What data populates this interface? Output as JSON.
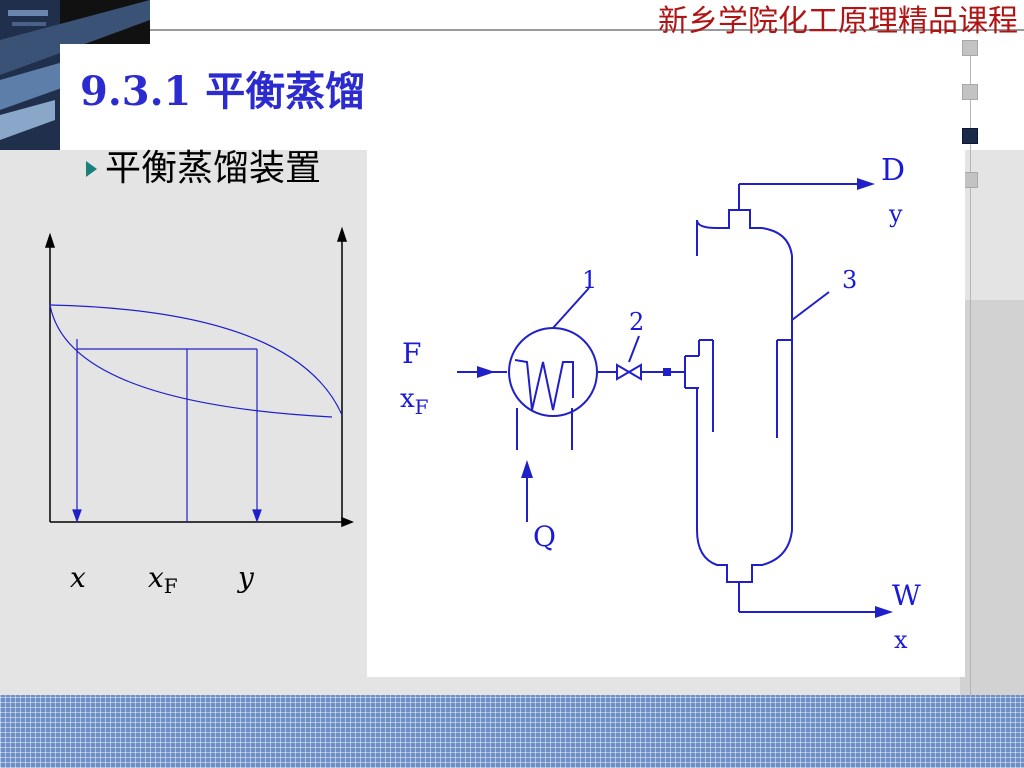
{
  "header": {
    "course_title": "新乡学院化工原理精品课程"
  },
  "slide": {
    "title": "9.3.1  平衡蒸馏"
  },
  "bullet": {
    "text": "平衡蒸馏装置"
  },
  "nav": {
    "squares": 4,
    "active_index": 2
  },
  "phase_diagram": {
    "x_label": "x",
    "xF_label_main": "x",
    "xF_label_sub": "F",
    "y_label": "y"
  },
  "apparatus": {
    "feed_label": "F",
    "feed_comp_main": "x",
    "feed_comp_sub": "F",
    "heat_label": "Q",
    "distillate_label": "D",
    "distillate_comp": "y",
    "bottoms_label": "W",
    "bottoms_comp": "x",
    "callouts": [
      "1",
      "2",
      "3"
    ]
  },
  "colors": {
    "course_title": "#b01414",
    "slide_title": "#2b2bd0",
    "diagram_line": "#2020c8",
    "bullet_marker": "#17807a",
    "footer": "#6d8fc6"
  }
}
